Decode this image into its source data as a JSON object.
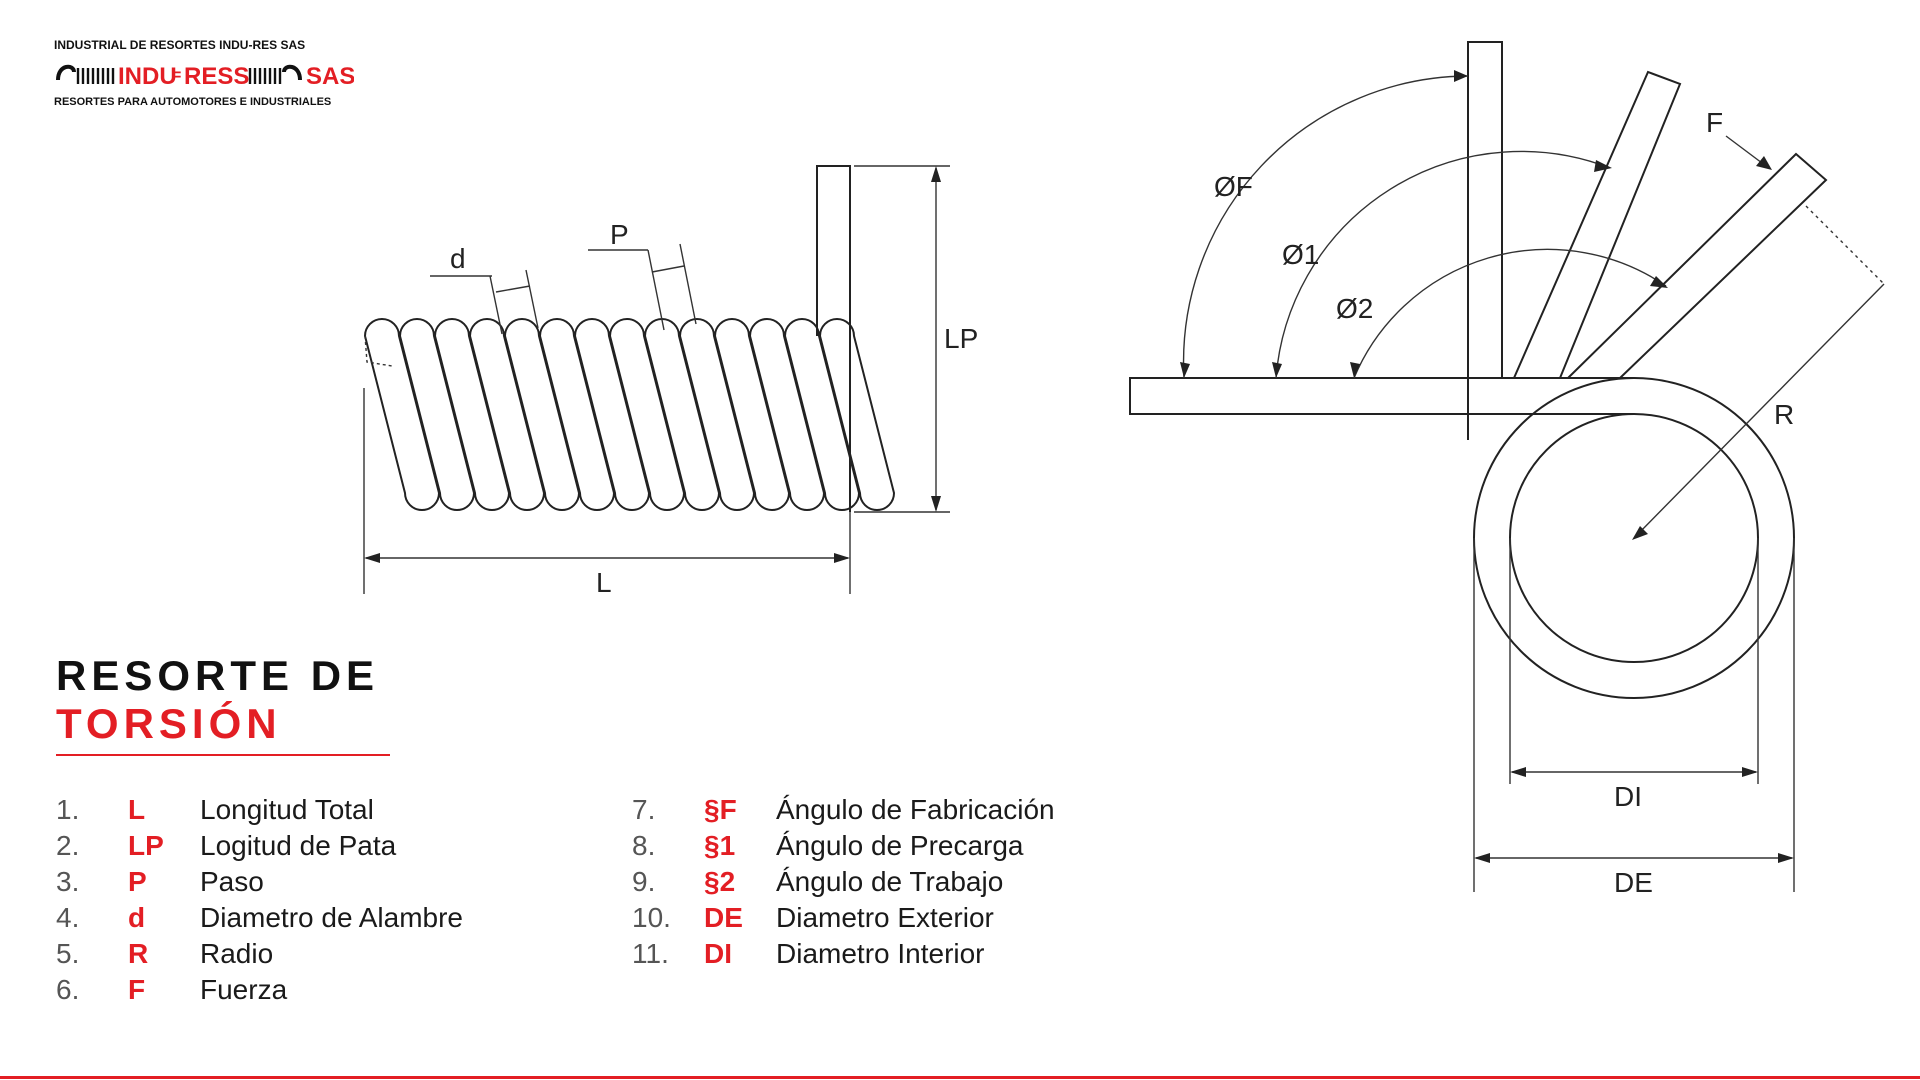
{
  "logo": {
    "company": "INDUSTRIAL DE RESORTES INDU-RES SAS",
    "brand_left": "INDU",
    "brand_mid": "RESS",
    "brand_right": "SAS",
    "tagline": "RESORTES PARA AUTOMOTORES E INDUSTRIALES",
    "color": "#e31e24"
  },
  "diagram": {
    "labels": {
      "d": "d",
      "p": "P",
      "lp": "LP",
      "l": "L",
      "f": "F",
      "r": "R",
      "di": "DI",
      "de": "DE",
      "angle_f": "ØF",
      "angle_1": "Ø1",
      "angle_2": "Ø2"
    }
  },
  "title": {
    "line1": "RESORTE DE",
    "line2": "TORSIÓN",
    "accent": "#e31e24"
  },
  "legend_left": [
    {
      "num": "1.",
      "sym": "L",
      "desc": "Longitud Total"
    },
    {
      "num": "2.",
      "sym": "LP",
      "desc": "Logitud de Pata"
    },
    {
      "num": "3.",
      "sym": "P",
      "desc": "Paso"
    },
    {
      "num": "4.",
      "sym": "d",
      "desc": "Diametro de Alambre"
    },
    {
      "num": "5.",
      "sym": "R",
      "desc": "Radio"
    },
    {
      "num": "6.",
      "sym": "F",
      "desc": "Fuerza"
    }
  ],
  "legend_right": [
    {
      "num": "7.",
      "sym": "§F",
      "desc": "Ángulo de Fabricación"
    },
    {
      "num": "8.",
      "sym": "§1",
      "desc": "Ángulo de Precarga"
    },
    {
      "num": "9.",
      "sym": "§2",
      "desc": "Ángulo de Trabajo"
    },
    {
      "num": "10.",
      "sym": "DE",
      "desc": "Diametro Exterior"
    },
    {
      "num": "11.",
      "sym": "DI",
      "desc": "Diametro Interior"
    }
  ]
}
